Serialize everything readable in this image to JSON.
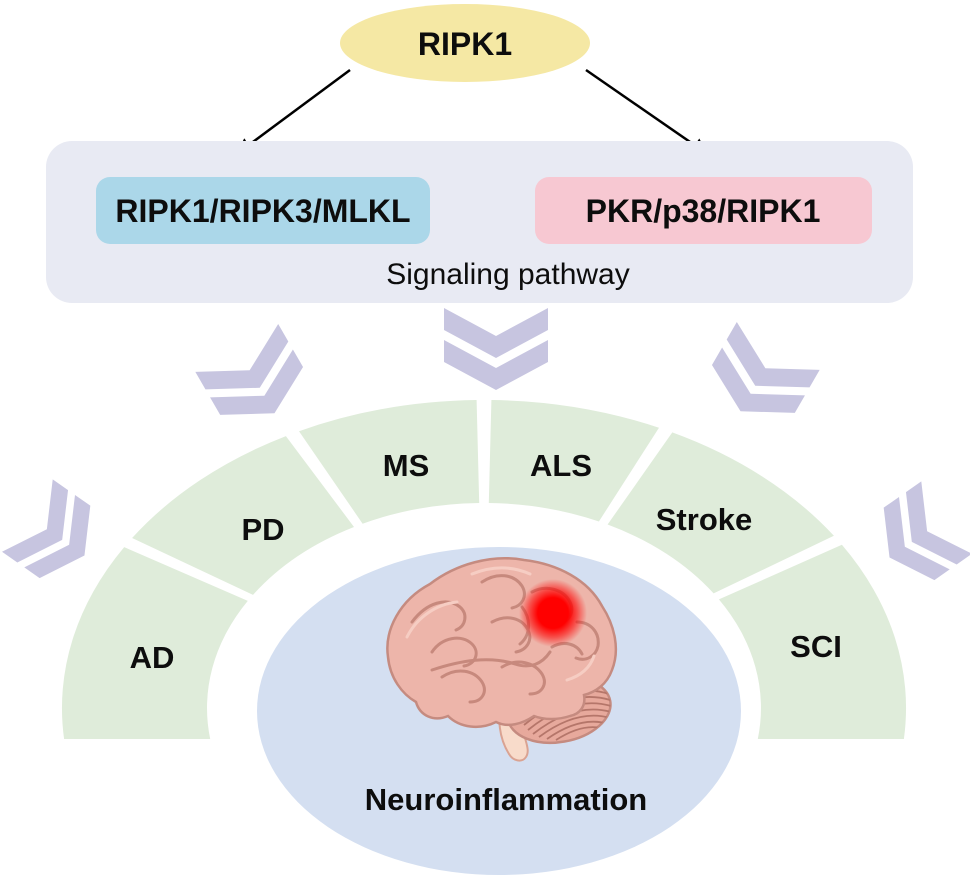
{
  "figure": {
    "root_node": "RIPK1",
    "pathway_box": {
      "left_pathway": "RIPK1/RIPK3/MLKL",
      "right_pathway": "PKR/p38/RIPK1",
      "caption": "Signaling pathway"
    },
    "diseases": [
      {
        "label": "AD"
      },
      {
        "label": "PD"
      },
      {
        "label": "MS"
      },
      {
        "label": "ALS"
      },
      {
        "label": "Stroke"
      },
      {
        "label": "SCI"
      }
    ],
    "outcome": "Neuroinflammation"
  },
  "colors": {
    "node_fill": "#F5E8A4",
    "box_fill": "#E8EAF3",
    "pill_blue": "#ABD7E9",
    "pill_pink": "#F7C8D2",
    "chevron": "#C7C5E0",
    "arc_green": "#DFECDA",
    "ellipse_blue": "#D4DFF1",
    "lesion_red": "#FF0000",
    "arrow": "#000000",
    "text": "#0D0D0D"
  }
}
